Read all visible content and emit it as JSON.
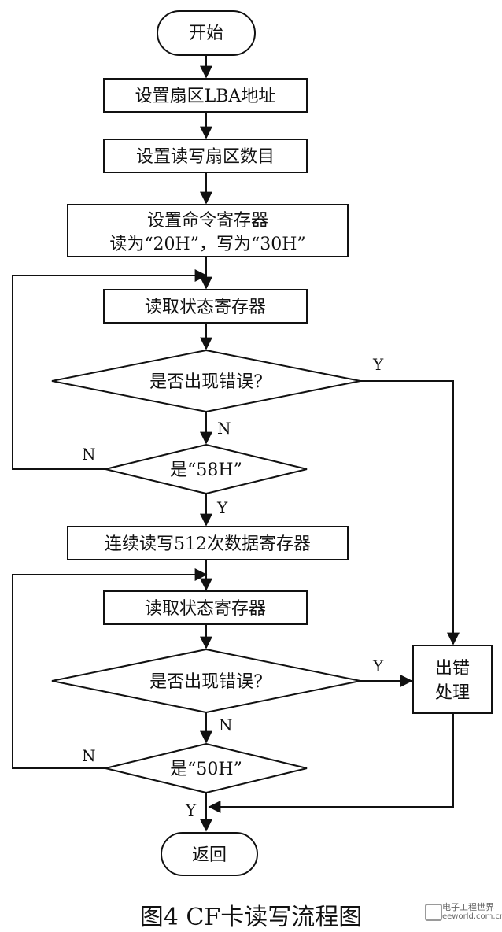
{
  "diagram": {
    "nodes": {
      "start": "开始",
      "set_lba": "设置扇区LBA地址",
      "set_count": "设置读写扇区数目",
      "set_cmd_line1": "设置命令寄存器",
      "set_cmd_line2": "读为“20H”，写为“30H”",
      "read_status1": "读取状态寄存器",
      "error_check1": "是否出现错误?",
      "check_58h": "是“58H”",
      "rw_data": "连续读写512次数据寄存器",
      "read_status2": "读取状态寄存器",
      "error_check2": "是否出现错误?",
      "check_50h": "是“50H”",
      "error_line1": "出错",
      "error_line2": "处理",
      "return": "返回"
    },
    "edge_labels": {
      "err1_yes": "Y",
      "err1_no": "N",
      "c58_no": "N",
      "c58_yes": "Y",
      "err2_yes": "Y",
      "err2_no": "N",
      "c50_no": "N",
      "c50_yes": "Y"
    }
  },
  "caption": "图4    CF卡读写流程图",
  "watermark": {
    "line1": "电子工程世界",
    "line2": "eeworld.com.cn",
    "icon": "logo-icon"
  }
}
